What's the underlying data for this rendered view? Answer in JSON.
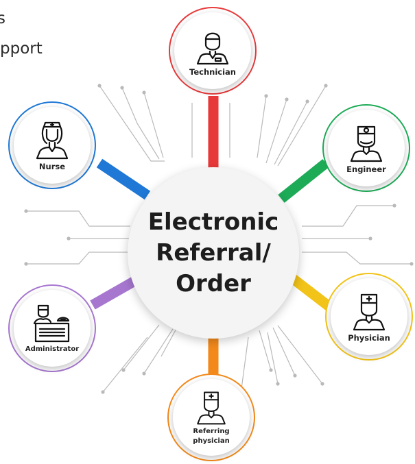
{
  "edge_text": {
    "line1": "s",
    "line2": "pport"
  },
  "center": {
    "line1": "Electronic",
    "line2": "Referral/",
    "line3": "Order"
  },
  "roles": {
    "technician": {
      "label": "Technician",
      "color": "#e8393a",
      "icon": "technician-icon"
    },
    "engineer": {
      "label": "Engineer",
      "color": "#1dab57",
      "icon": "engineer-icon"
    },
    "physician": {
      "label": "Physician",
      "color": "#f2c318",
      "icon": "physician-icon"
    },
    "referring": {
      "line1": "Referring",
      "line2": "physician",
      "color": "#f2891a",
      "icon": "referring-physician-icon"
    },
    "administrator": {
      "label": "Administrator",
      "color": "#a777d0",
      "icon": "administrator-icon"
    },
    "nurse": {
      "label": "Nurse",
      "color": "#1f78d6",
      "icon": "nurse-icon"
    }
  }
}
